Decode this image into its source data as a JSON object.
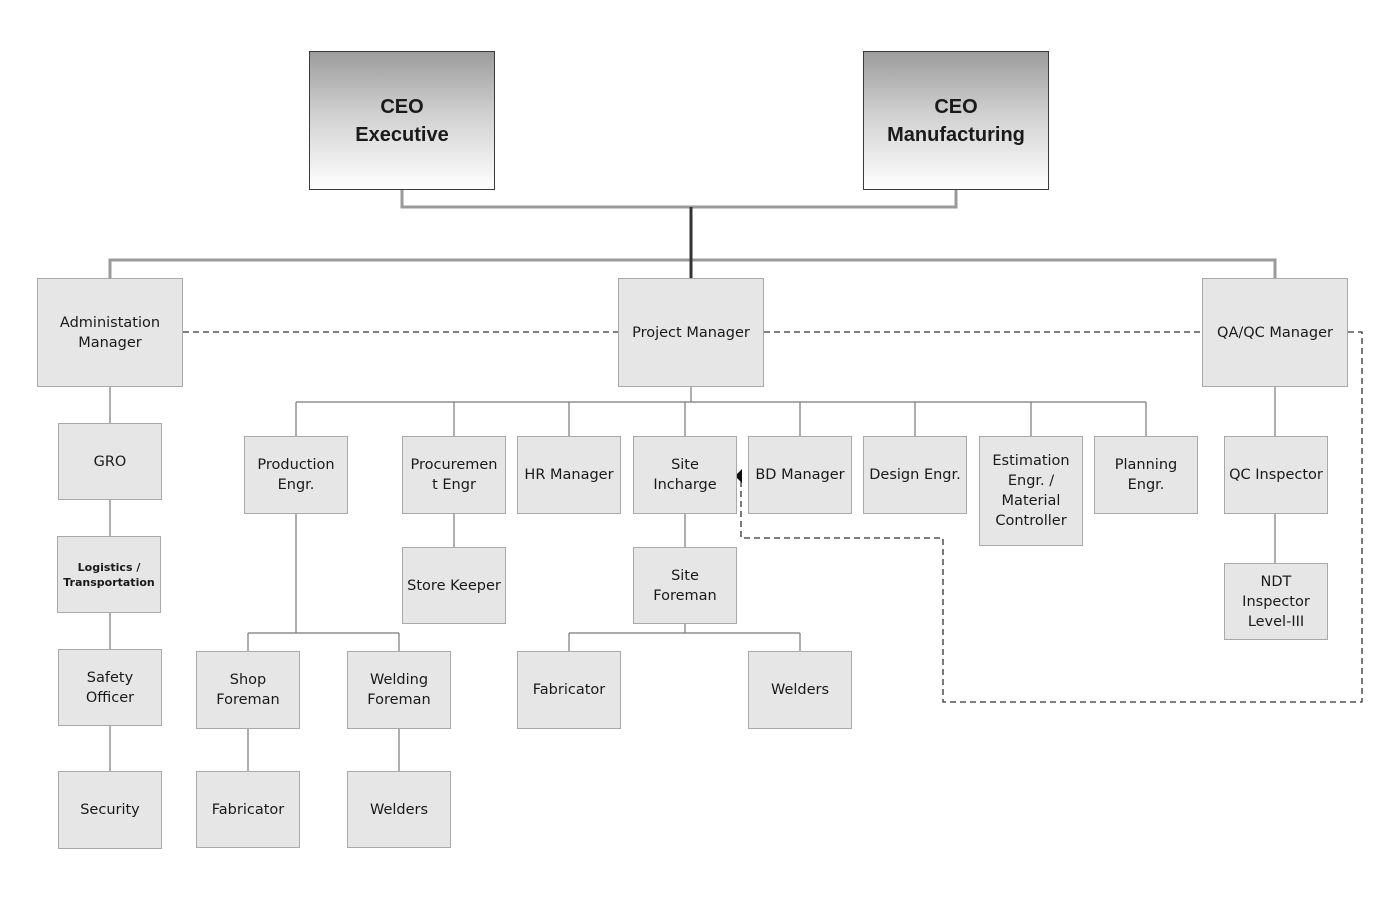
{
  "ceo_executive": "CEO\nExecutive",
  "ceo_manufacturing": "CEO\nManufacturing",
  "administation_manager": "Administation\nManager",
  "project_manager": "Project Manager",
  "qa_qc_manager": "QA/QC Manager",
  "gro": "GRO",
  "logistics_transportation": "Logistics /\nTransportation",
  "safety_officer": "Safety\nOfficer",
  "security": "Security",
  "production_engr": "Production\nEngr.",
  "procurement_engr": "Procuremen\nt Engr",
  "hr_manager": "HR Manager",
  "site_incharge": "Site Incharge",
  "bd_manager": "BD Manager",
  "design_engr": "Design Engr.",
  "estimation_engr": "Estimation\nEngr. /\nMaterial\nController",
  "planning_engr": "Planning\nEngr.",
  "qc_inspector": "QC Inspector",
  "ndt_inspector": "NDT\nInspector\nLevel-III",
  "store_keeper": "Store Keeper",
  "site_foreman": "Site\nForeman",
  "shop_foreman": "Shop\nForeman",
  "welding_foreman": "Welding\nForeman",
  "fabricator_site": "Fabricator",
  "welders_site": "Welders",
  "fabricator_shop": "Fabricator",
  "welders_shop": "Welders"
}
